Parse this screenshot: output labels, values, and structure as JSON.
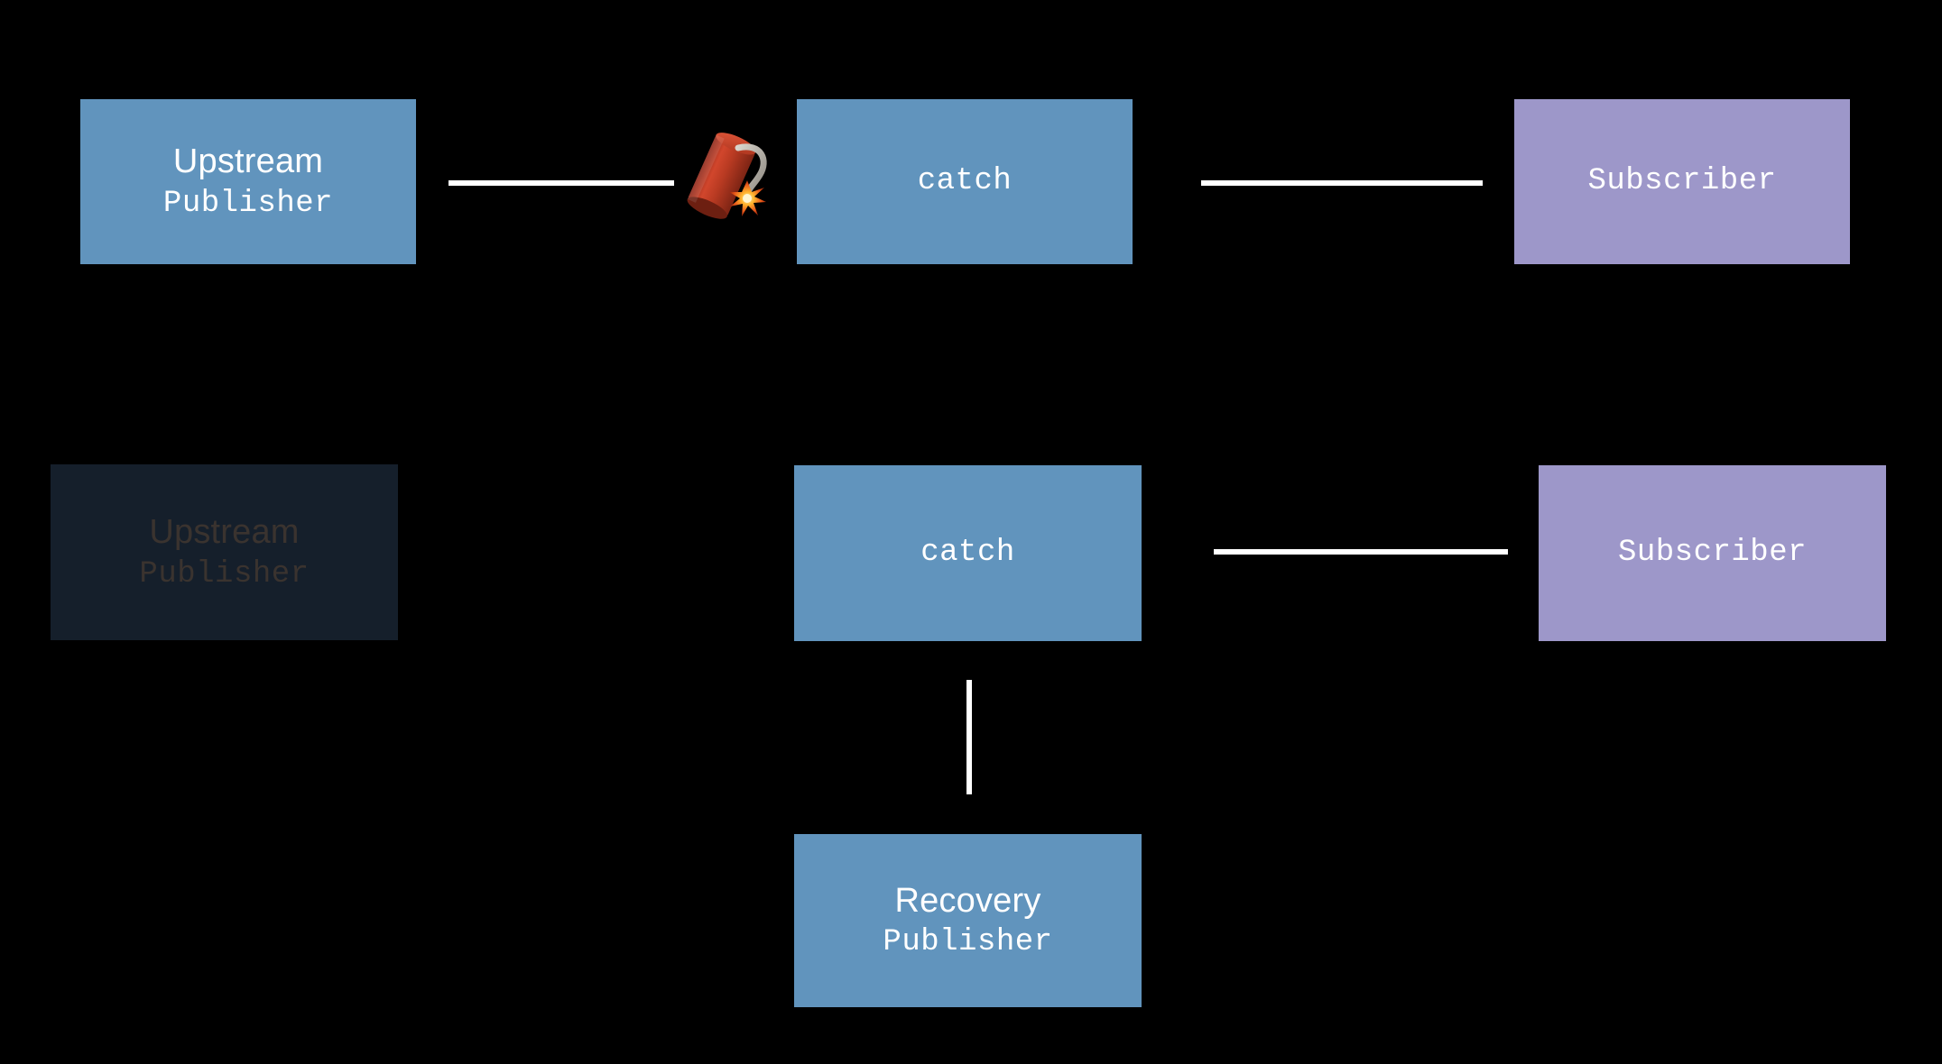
{
  "diagram": {
    "title": "catch operator marble diagram",
    "background_color": "#000000",
    "colors": {
      "publisher": "#6194bd",
      "operator": "#6194bd",
      "subscriber": "#9d97c9",
      "connector": "#ffffff",
      "faded_background": "#151f2b",
      "faded_text": "#3a332f",
      "error_icon": "#c0392b"
    }
  },
  "row1": {
    "upstream": {
      "name": "Upstream",
      "role": "Publisher"
    },
    "error_icon": "dynamite-icon",
    "catch": {
      "label": "catch"
    },
    "subscriber": {
      "label": "Subscriber"
    }
  },
  "row2": {
    "upstream": {
      "name": "Upstream",
      "role": "Publisher"
    },
    "catch": {
      "label": "catch"
    },
    "subscriber": {
      "label": "Subscriber"
    },
    "recovery": {
      "name": "Recovery",
      "role": "Publisher"
    }
  }
}
